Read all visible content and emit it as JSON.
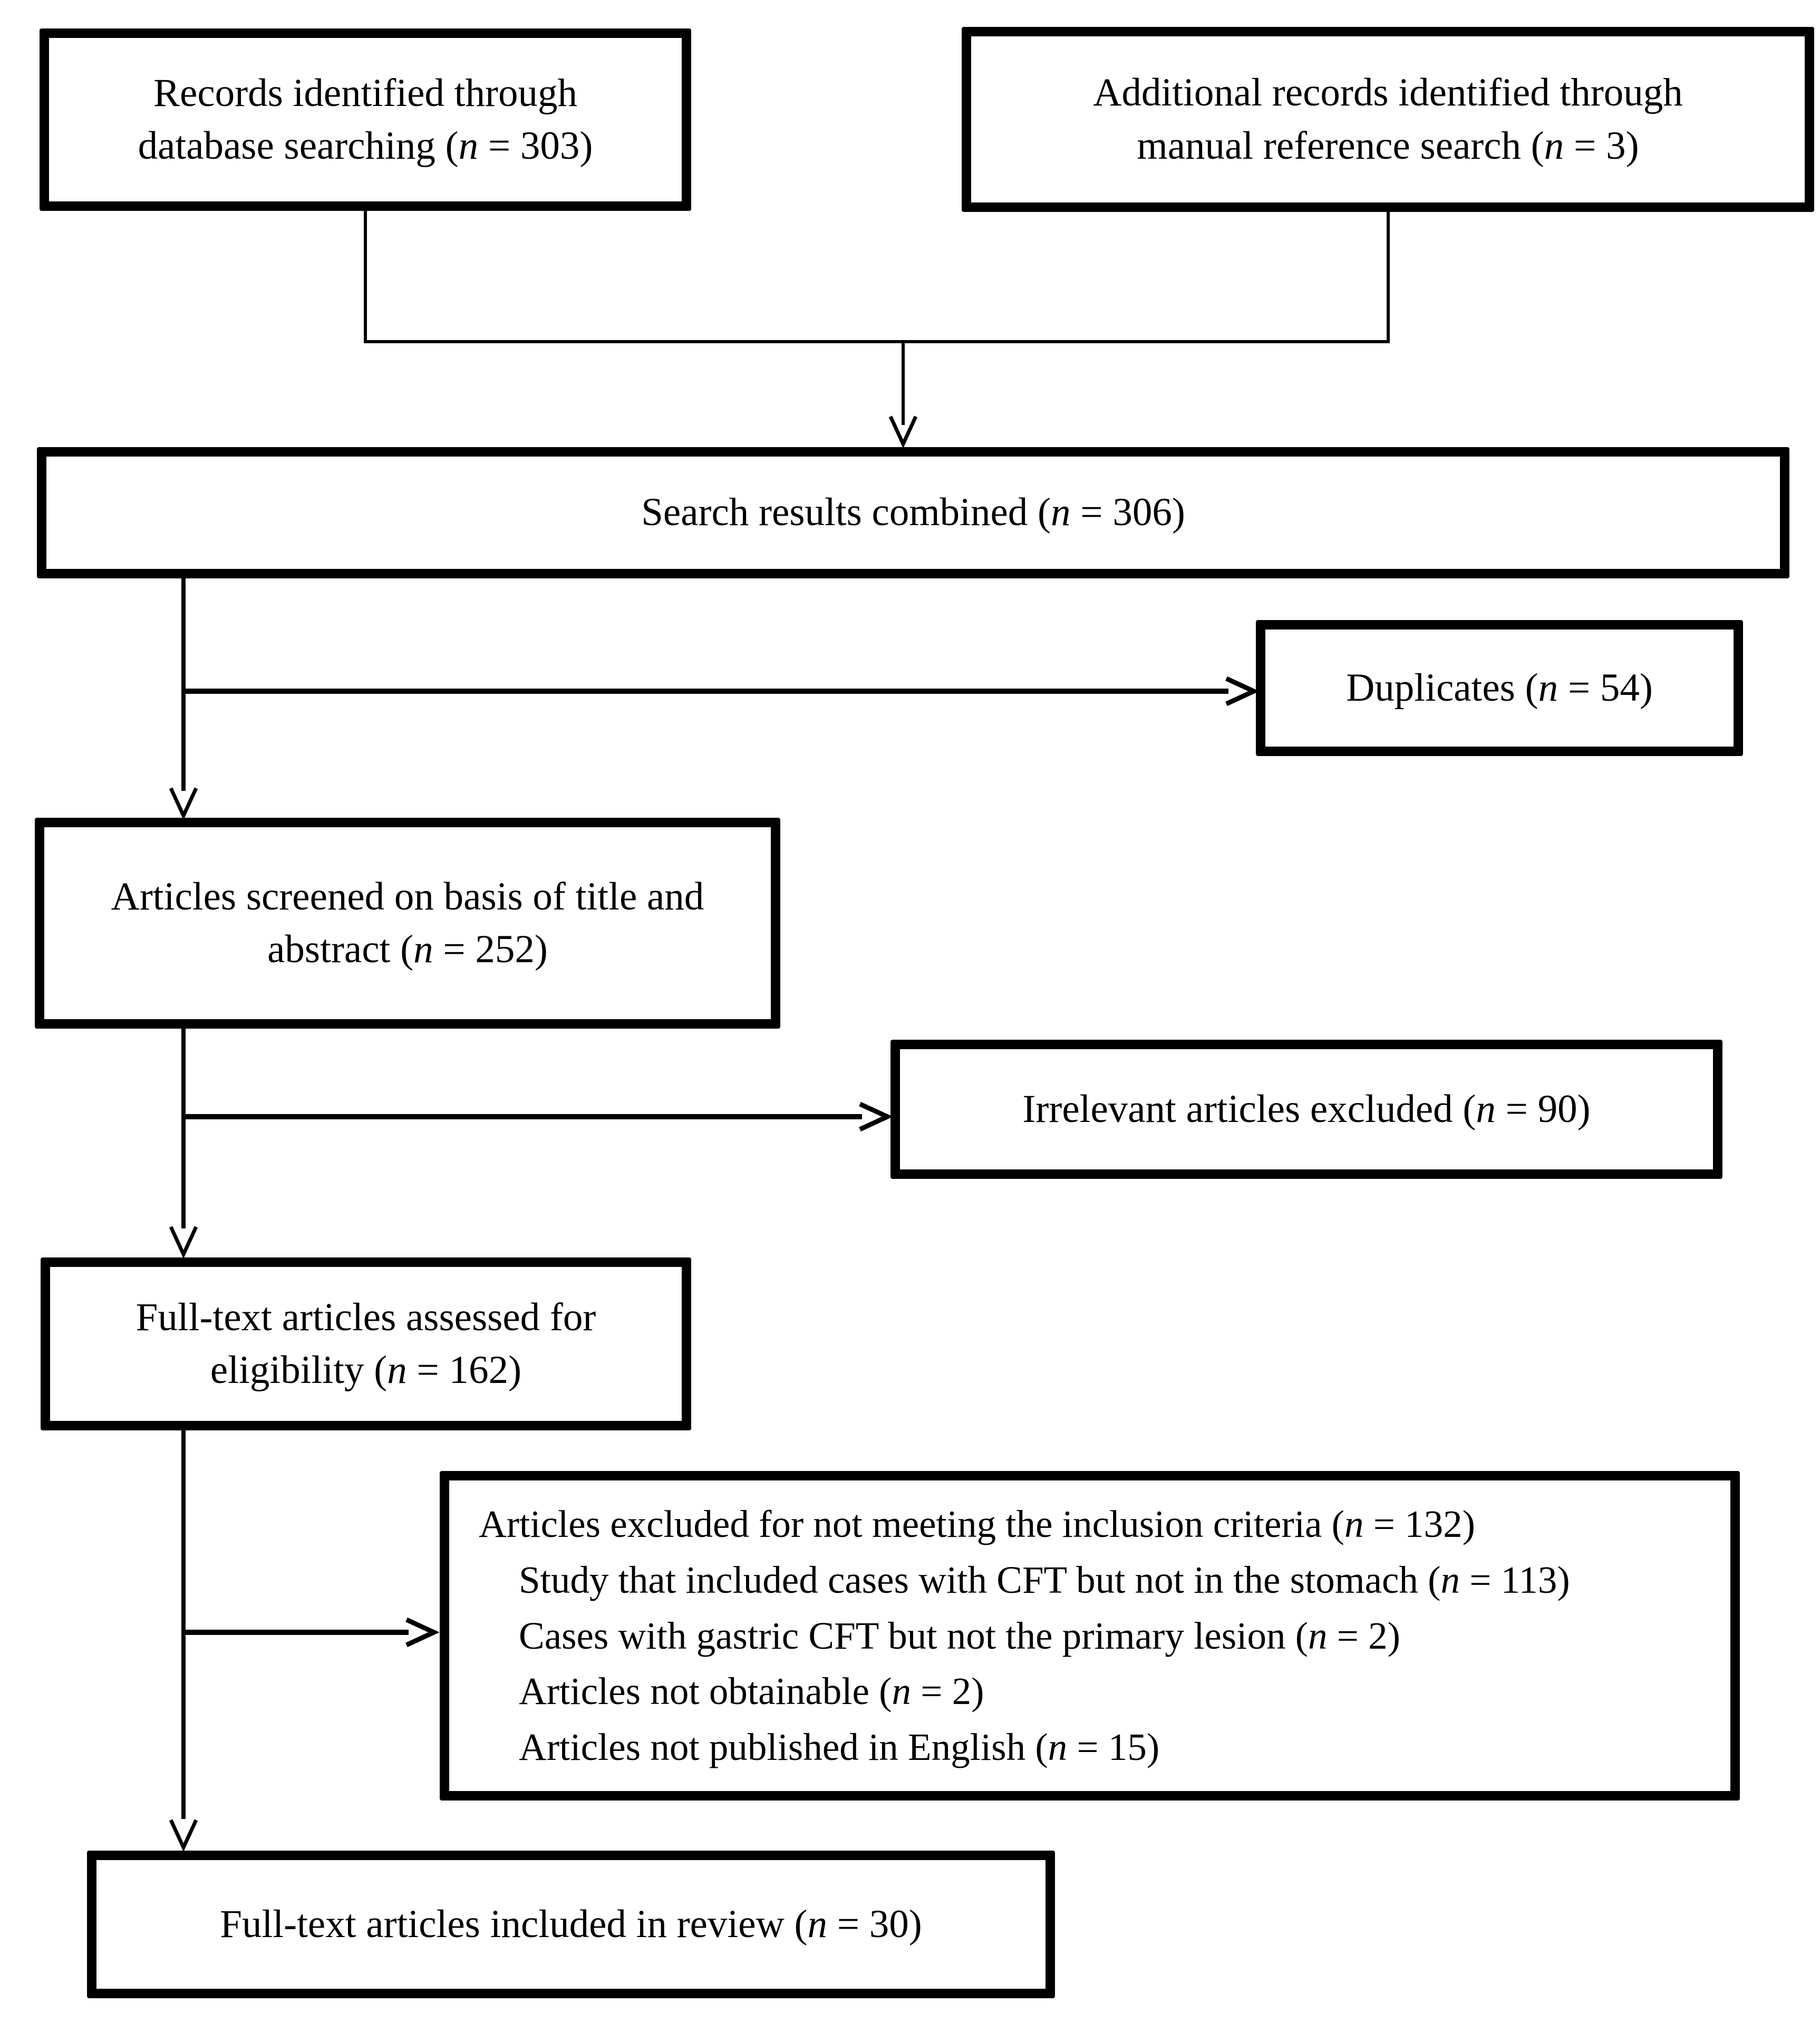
{
  "diagram": {
    "type": "prisma-flowchart",
    "colors": {
      "background": "#ffffff",
      "box_border": "#000000",
      "text": "#000000",
      "connector": "#000000"
    },
    "boxes": {
      "records_db": {
        "label": "Records identified through\ndatabase searching (n = 303)"
      },
      "records_manual": {
        "label": "Additional records identified through\nmanual reference search (n = 3)"
      },
      "combined": {
        "label": "Search results combined (n = 306)"
      },
      "duplicates": {
        "label": "Duplicates (n = 54)"
      },
      "screened": {
        "label": "Articles screened on basis of title and\nabstract (n = 252)"
      },
      "irrelevant": {
        "label": "Irrelevant articles excluded (n = 90)"
      },
      "fulltext_assessed": {
        "label": "Full-text articles assessed for\neligibility (n = 162)"
      },
      "excluded": {
        "lines": [
          "Articles excluded for not meeting the inclusion criteria (n = 132)",
          "Study that included cases with CFT but not in the stomach (n = 113)",
          "Cases with gastric CFT but not the primary lesion (n = 2)",
          "Articles not obtainable (n = 2)",
          "Articles not published in English (n = 15)"
        ]
      },
      "included": {
        "label": "Full-text articles included in review (n = 30)"
      }
    }
  }
}
